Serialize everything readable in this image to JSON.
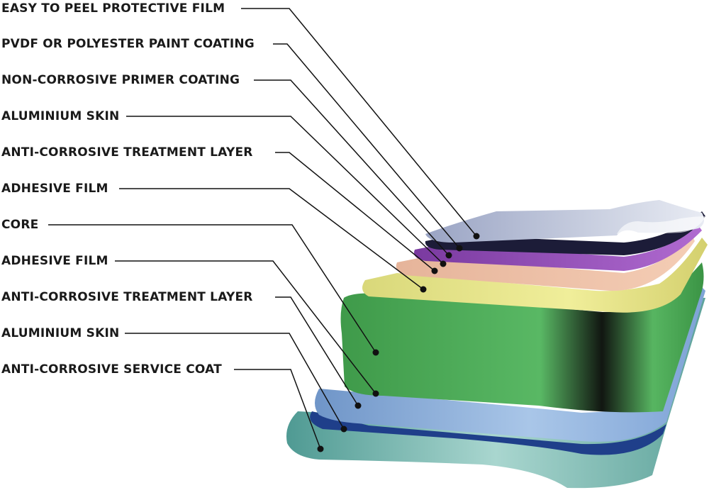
{
  "diagram": {
    "layers": [
      {
        "label": "EASY TO PEEL PROTECTIVE FILM"
      },
      {
        "label": "PVDF OR POLYESTER PAINT COATING"
      },
      {
        "label": "NON-CORROSIVE PRIMER COATING"
      },
      {
        "label": "ALUMINIUM SKIN"
      },
      {
        "label": "ANTI-CORROSIVE TREATMENT LAYER"
      },
      {
        "label": "ADHESIVE FILM"
      },
      {
        "label": "CORE"
      },
      {
        "label": "ADHESIVE FILM"
      },
      {
        "label": "ANTI-CORROSIVE TREATMENT LAYER"
      },
      {
        "label": "ALUMINIUM SKIN"
      },
      {
        "label": "ANTI-CORROSIVE SERVICE COAT"
      }
    ]
  }
}
